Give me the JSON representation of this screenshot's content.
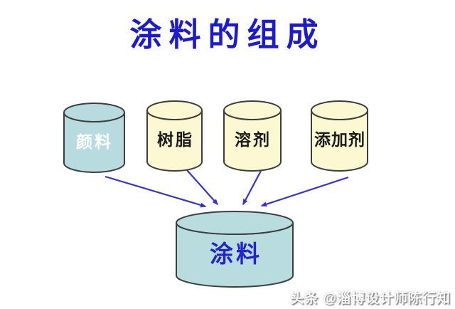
{
  "title": {
    "text": "涂料的组成"
  },
  "diagram": {
    "sources": [
      {
        "label": "颜料",
        "text_color": "#ffffff"
      },
      {
        "label": "树脂",
        "text_color": "#1a1a1a"
      },
      {
        "label": "溶剂",
        "text_color": "#1a1a1a"
      },
      {
        "label": "添加剂",
        "text_color": "#1a1a1a"
      }
    ],
    "target": {
      "label": "涂料",
      "text_color": "#2524cc"
    },
    "colors": {
      "pigment_fill": "#b7dbde",
      "cream_fill": "#fcf9d2",
      "target_fill": "#b9dcdf",
      "outline": "#3d3d3d",
      "arrow": "#3733cf",
      "title_blue": "#1c1bce"
    }
  },
  "watermark": {
    "text": "头条 @淄博设计师陈行知"
  }
}
